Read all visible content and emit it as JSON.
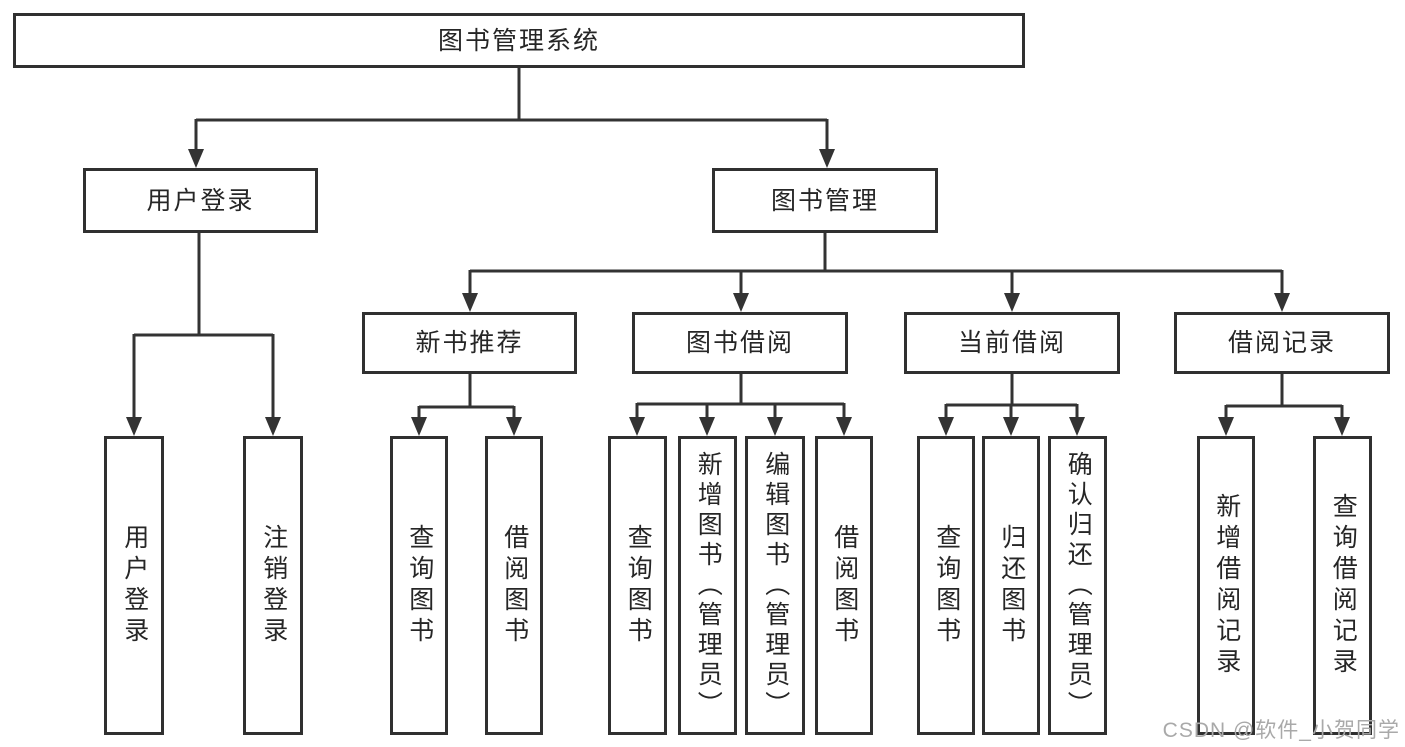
{
  "diagram": {
    "title": "图书管理系统",
    "colors": {
      "line": "#333333",
      "box_border": "#303030",
      "text": "#262626",
      "watermark": "#a9a9a9",
      "background": "#ffffff"
    },
    "nodes": {
      "root": {
        "label": "图书管理系统"
      },
      "user_login": {
        "label": "用户登录"
      },
      "book_mgmt": {
        "label": "图书管理"
      },
      "new_book_rec": {
        "label": "新书推荐"
      },
      "book_borrow": {
        "label": "图书借阅"
      },
      "current_borrow": {
        "label": "当前借阅"
      },
      "borrow_record": {
        "label": "借阅记录"
      },
      "leaf_user_login": {
        "label": "用户登录"
      },
      "leaf_logout": {
        "label": "注销登录"
      },
      "leaf_rec_query_book": {
        "label": "查询图书"
      },
      "leaf_rec_borrow_book": {
        "label": "借阅图书"
      },
      "leaf_bb_query_book": {
        "label": "查询图书"
      },
      "leaf_bb_add_book": {
        "label": "新增图书（管理员）"
      },
      "leaf_bb_edit_book": {
        "label": "编辑图书（管理员）"
      },
      "leaf_bb_borrow_book": {
        "label": "借阅图书"
      },
      "leaf_cb_query_book": {
        "label": "查询图书"
      },
      "leaf_cb_return_book": {
        "label": "归还图书"
      },
      "leaf_cb_confirm_return": {
        "label": "确认归还（管理员）"
      },
      "leaf_br_add_record": {
        "label": "新增借阅记录"
      },
      "leaf_br_query_record": {
        "label": "查询借阅记录"
      }
    },
    "watermark": {
      "text": "CSDN @软件_小贺同学"
    }
  }
}
